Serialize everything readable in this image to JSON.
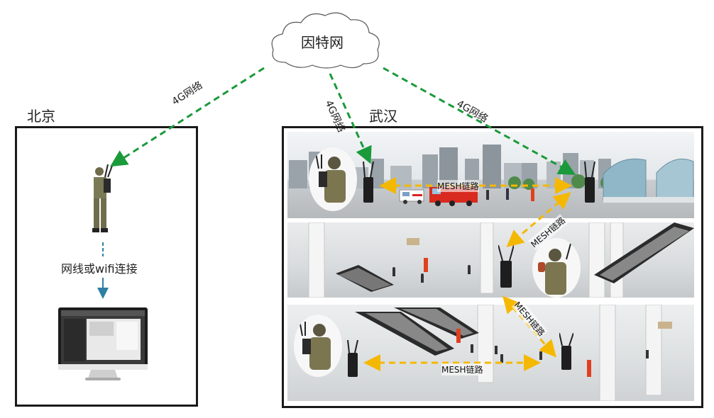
{
  "cloud": {
    "label": "因特网"
  },
  "regions": {
    "beijing": {
      "label": "北京"
    },
    "wuhan": {
      "label": "武汉"
    }
  },
  "links": {
    "g4_left": "4G网络",
    "g4_mid": "4G网络",
    "g4_right": "4G网络",
    "mesh_top": "MESH链路",
    "mesh_diag_top": "MESH链路",
    "mesh_diag_mid": "MESH链路",
    "mesh_bottom": "MESH链路",
    "wired": "网线或wifi连接"
  },
  "colors": {
    "g4_link": "#1a9a3a",
    "mesh_link": "#f5b800",
    "wired_link": "#2d7fa3",
    "frame": "#1a1a1a"
  }
}
